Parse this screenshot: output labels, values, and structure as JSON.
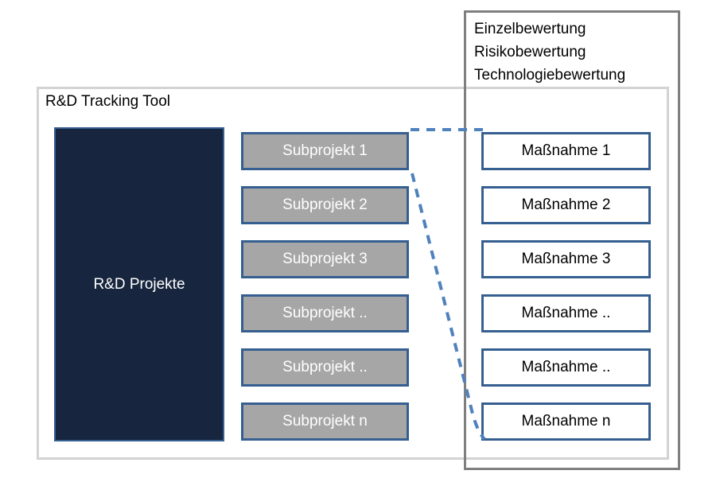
{
  "title": "R&D Tracking Tool",
  "evaluation_panel": {
    "lines": [
      "Einzelbewertung",
      "Risikobewertung",
      "Technologiebewertung"
    ]
  },
  "projects_box": {
    "label": "R&D Projekte"
  },
  "subprojects": {
    "items": [
      "Subprojekt 1",
      "Subprojekt 2",
      "Subprojekt 3",
      "Subprojekt ..",
      "Subprojekt ..",
      "Subprojekt n"
    ]
  },
  "measures": {
    "items": [
      "Maßnahme 1",
      "Maßnahme 2",
      "Maßnahme 3",
      "Maßnahme ..",
      "Maßnahme ..",
      "Maßnahme n"
    ]
  },
  "colors": {
    "navy_fill": "#17253E",
    "box_border": "#365F91",
    "gray_fill": "#A6A6A6",
    "connector": "#4F81BD",
    "outer_border": "#7F7F7F",
    "tool_border": "#D3D3D3"
  }
}
